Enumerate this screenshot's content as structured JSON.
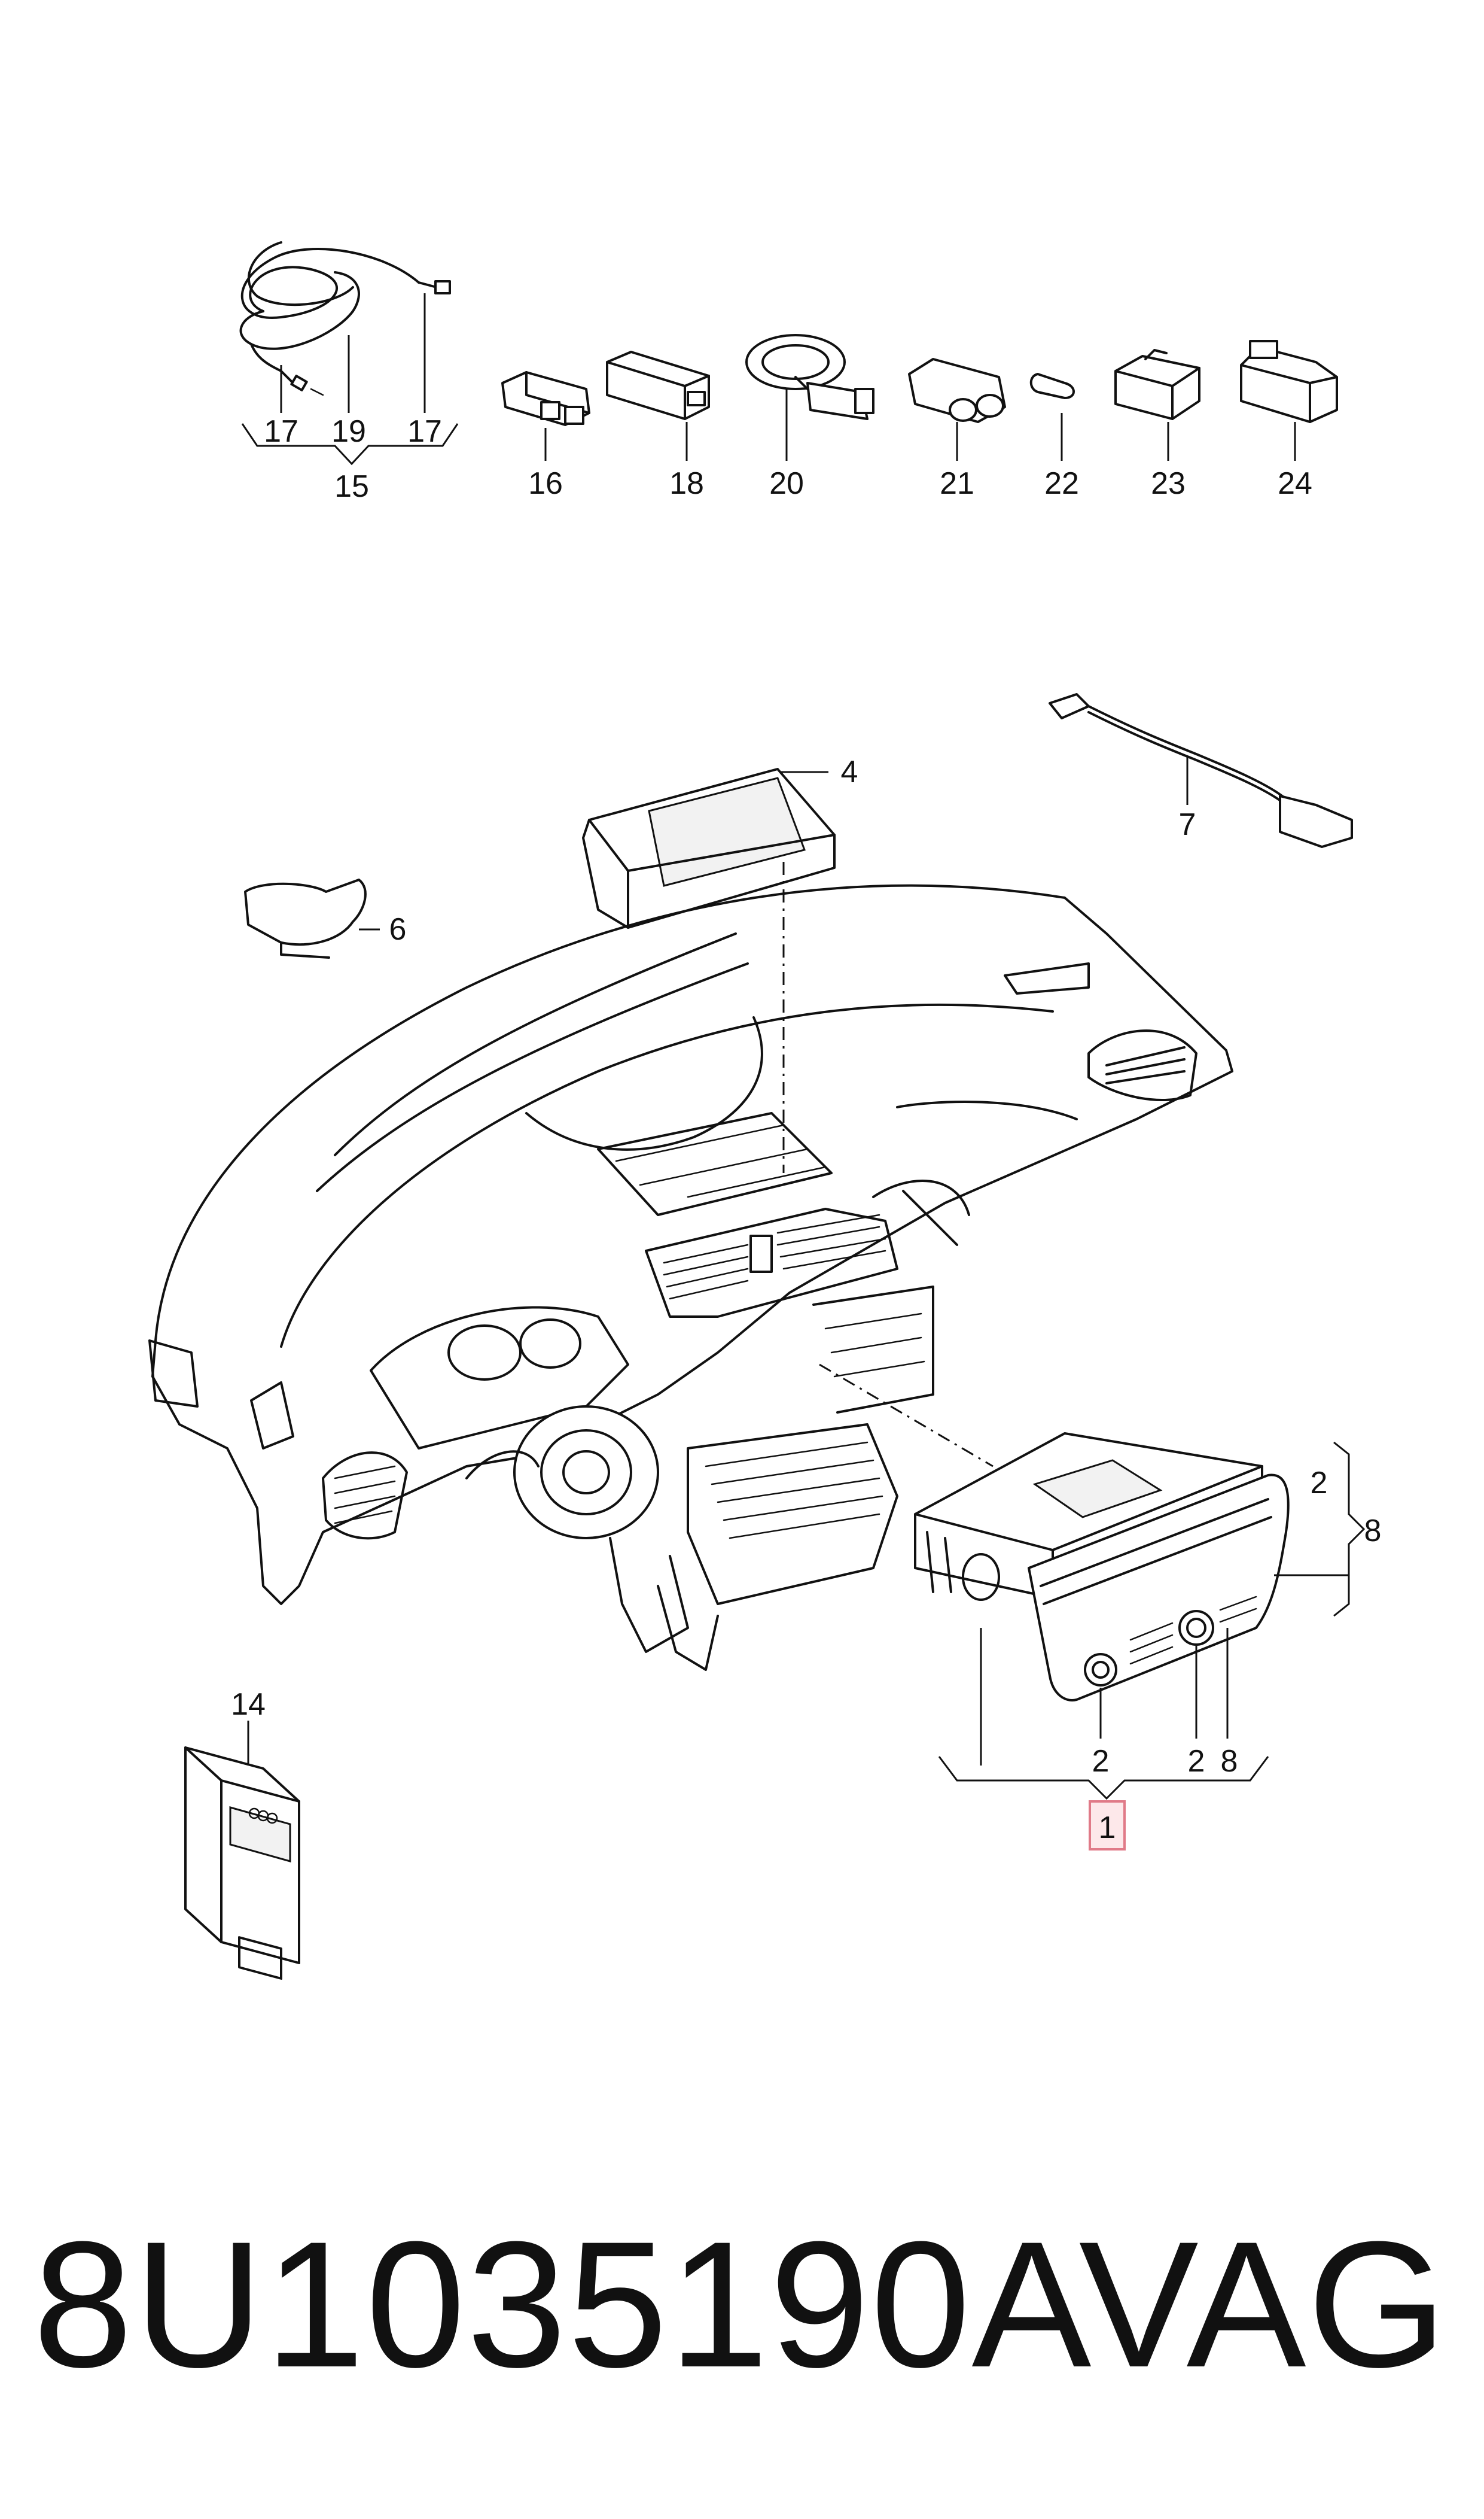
{
  "callouts": {
    "c1": "1",
    "c2a": "2",
    "c2b": "2",
    "c2c": "2",
    "c4": "4",
    "c6": "6",
    "c7": "7",
    "c8a": "8",
    "c8b": "8",
    "c14": "14",
    "c15": "15",
    "c16": "16",
    "c17a": "17",
    "c17b": "17",
    "c18": "18",
    "c19": "19",
    "c20": "20",
    "c21": "21",
    "c22": "22",
    "c23": "23",
    "c24": "24"
  },
  "highlight": {
    "callout": "1",
    "fill": "#fde8ea",
    "stroke": "#e07a88"
  },
  "footer": {
    "part_number": "8U1035190A",
    "brand": "VAG"
  }
}
